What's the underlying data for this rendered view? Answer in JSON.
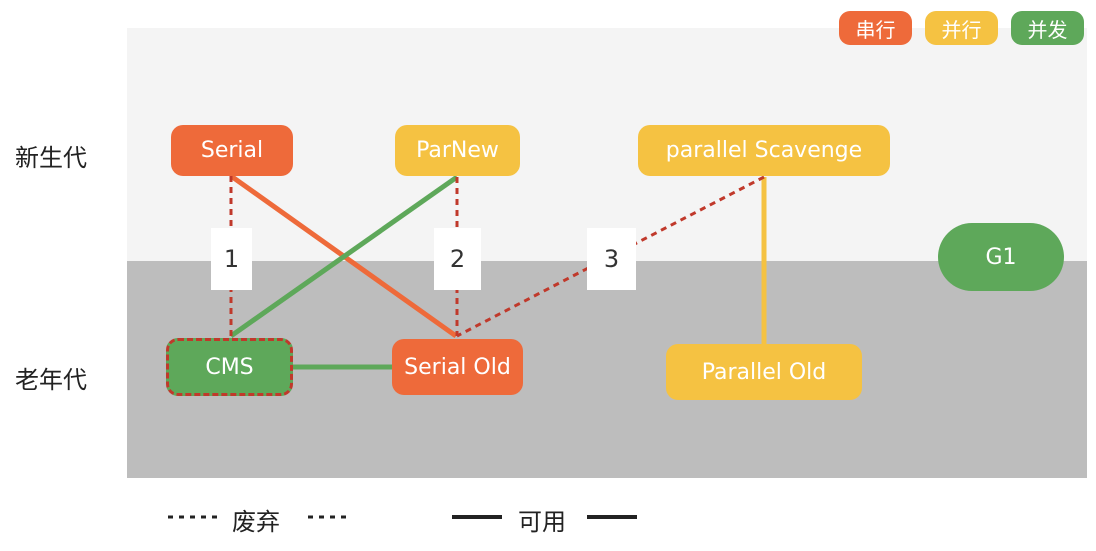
{
  "legend": {
    "serial": "串行",
    "parallel": "并行",
    "concurrent": "并发"
  },
  "rows": {
    "young": "新生代",
    "old": "老年代"
  },
  "collectors": {
    "serial": "Serial",
    "parnew": "ParNew",
    "parallel_scavenge": "parallel Scavenge",
    "g1": "G1",
    "cms": "CMS",
    "serial_old": "Serial Old",
    "parallel_old": "Parallel Old"
  },
  "markers": {
    "one": "1",
    "two": "2",
    "three": "3"
  },
  "bottom_legend": {
    "deprecated": "废弃",
    "available": "可用"
  },
  "colors": {
    "serial": "#ee6a3a",
    "parallel": "#f5c242",
    "concurrent": "#5ea85a",
    "deprecated_line": "#c0392b"
  }
}
